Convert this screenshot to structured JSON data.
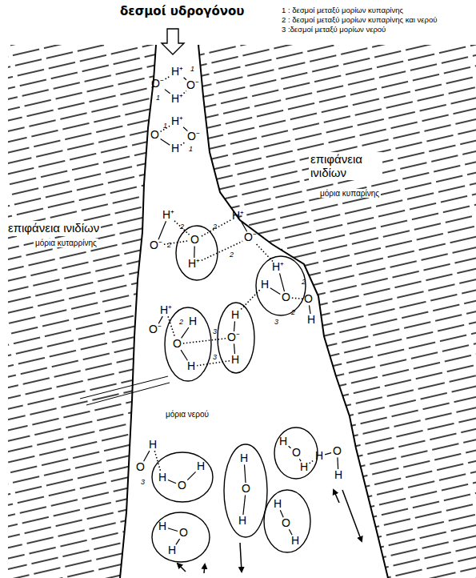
{
  "diagram": {
    "title": "δεσμοί υδρογόνου",
    "nodes": [
      {
        "text": [
          "O",
          "H⁺"
        ]
      },
      {
        "text": [
          "H⁺",
          "H",
          "O"
        ]
      },
      {
        "text": [
          "H",
          "O⁻",
          "H"
        ]
      },
      {
        "text": [
          "H",
          "O",
          "H"
        ]
      },
      {
        "text": [
          "H",
          "O",
          "H"
        ]
      },
      {
        "text": [
          "H",
          "O",
          "H"
        ]
      },
      {
        "text": [
          "H",
          "O",
          "H"
        ]
      },
      {
        "text": [
          "H",
          "O",
          "H"
        ]
      },
      {
        "text": [
          "H",
          "O",
          "H"
        ]
      }
    ],
    "labels": [
      "1 : δεσμοί μεταξύ μορίων κυπαρίνης",
      "2 : δεσμοί μεταξύ μορίων κυπαρίνης και νερού",
      "3 :δεσμοί μεταξύ μορίων νερού",
      "επιφάνεια ινιδίων",
      "μόρια κυπαρίνης",
      "επιφάνεια ινιδίων",
      "μόρια κυταρρίνης",
      "H⁺",
      "1",
      "O⁻",
      "O⁻",
      "1",
      "H⁺",
      "H⁺",
      "1",
      "O",
      "O⁻",
      "H",
      "1",
      "H⁺",
      "2",
      "O⁻",
      "2",
      "H⁺",
      "2",
      "O⁻",
      "2",
      "2",
      "O",
      "2",
      "3",
      "H",
      "H⁺",
      "2",
      "O⁻",
      "3",
      "3",
      "μόρια νερού",
      "O",
      "H",
      "3",
      "H",
      "O",
      "H"
    ]
  }
}
